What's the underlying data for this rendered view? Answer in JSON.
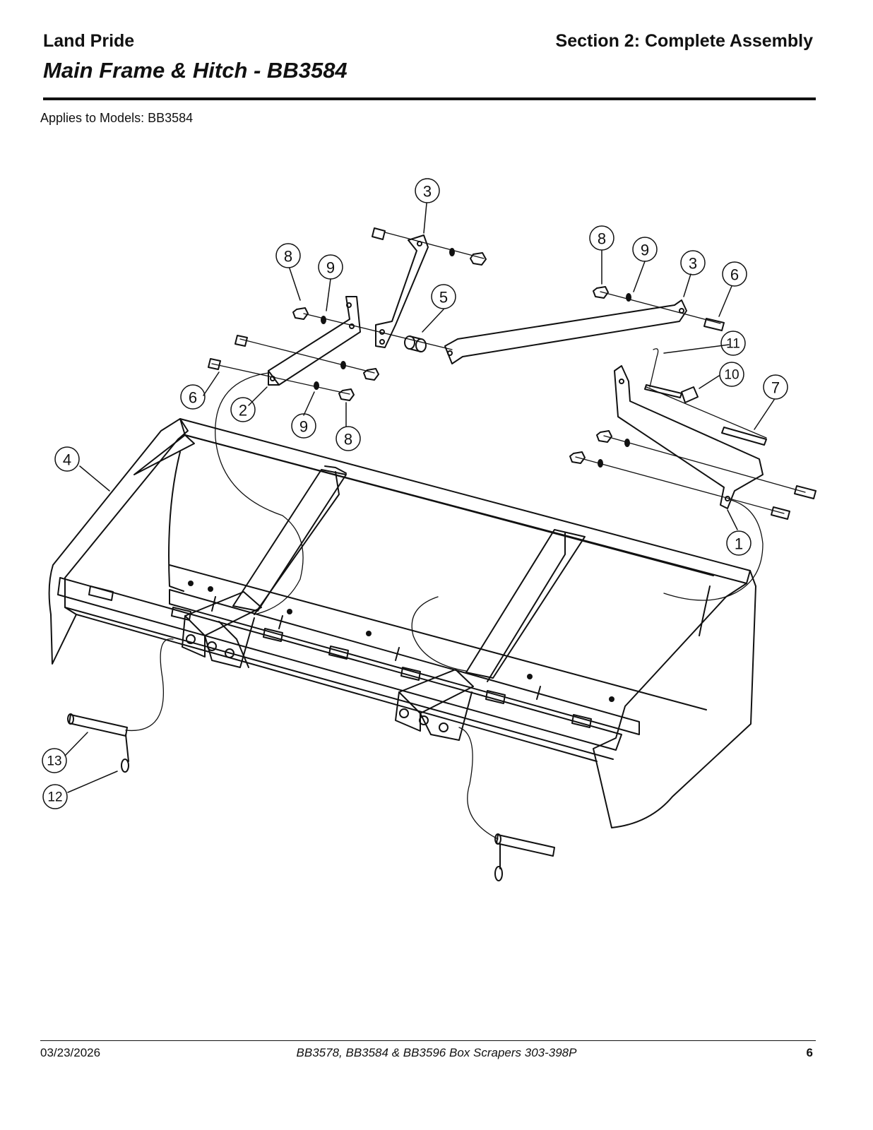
{
  "header": {
    "brand": "Land Pride",
    "section": "Section 2: Complete Assembly",
    "title": "Main Frame & Hitch - BB3584"
  },
  "applies_to": "Applies to Models: BB3584",
  "callouts": [
    "3",
    "8",
    "9",
    "8",
    "9",
    "3",
    "6",
    "5",
    "11",
    "10",
    "6",
    "2",
    "9",
    "8",
    "7",
    "4",
    "1",
    "13",
    "12"
  ],
  "footer": {
    "date": "03/23/2026",
    "document": "BB3578, BB3584 & BB3596  Box Scrapers  303-398P",
    "page": "6"
  }
}
